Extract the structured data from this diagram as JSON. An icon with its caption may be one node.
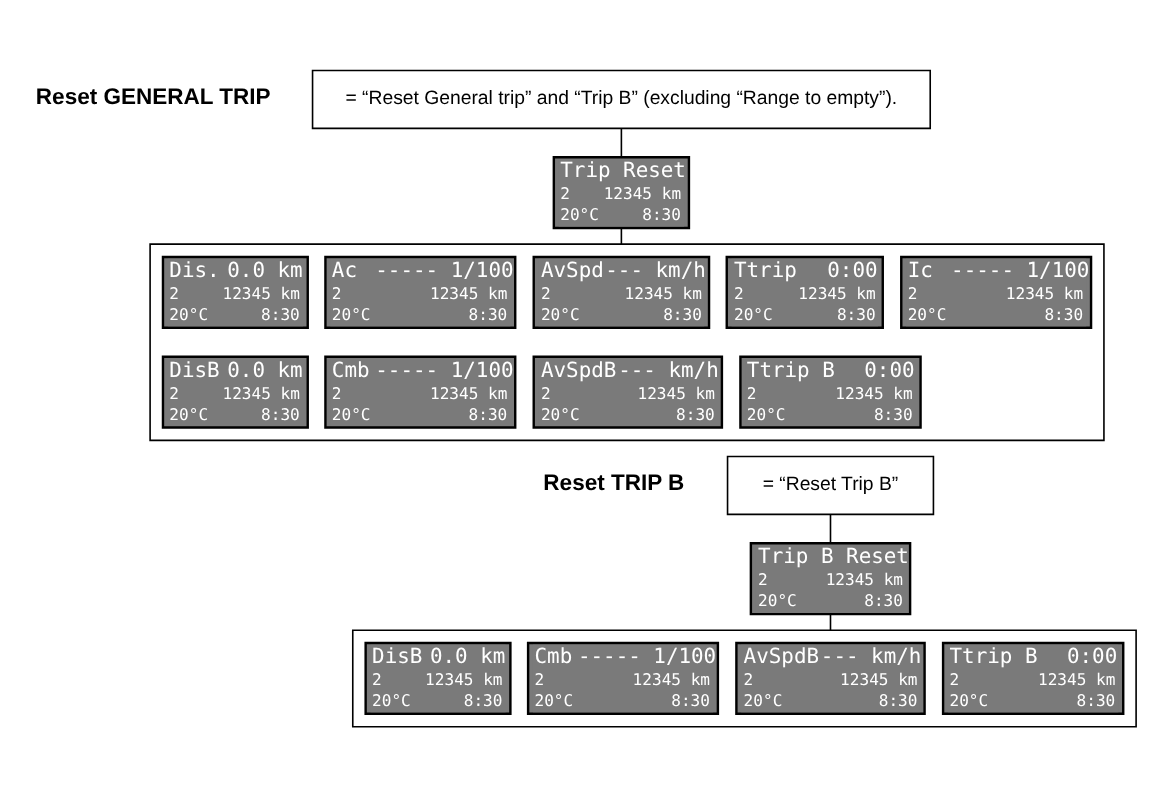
{
  "diagram": {
    "nodes": [
      {
        "text": [
          "= “Reset General trip” and “Trip B” (excluding “Range to empty”)."
        ]
      },
      {
        "text": [
          "Trip Reset",
          "2",
          "12345 km",
          "20°C",
          "8:30"
        ]
      },
      {
        "text": [],
        "shape": "box"
      },
      {
        "text": [
          "Dis.",
          "0.0 km",
          "2",
          "12345 km",
          "20°C",
          "8:30"
        ],
        "in": 2
      },
      {
        "text": [
          "Ac",
          "----- 1/100",
          "2",
          "12345 km",
          "20°C",
          "8:30"
        ],
        "in": 2
      },
      {
        "text": [
          "AvSpd",
          "--- km/h",
          "2",
          "12345 km",
          "20°C",
          "8:30"
        ],
        "in": 2
      },
      {
        "text": [
          "Ttrip",
          "0:00",
          "2",
          "12345 km",
          "20°C",
          "8:30"
        ],
        "in": 2
      },
      {
        "text": [
          "Ic",
          "----- 1/100",
          "2",
          "12345 km",
          "20°C",
          "8:30"
        ],
        "in": 2
      },
      {
        "text": [
          "DisB",
          "0.0 km",
          "2",
          "12345 km",
          "20°C",
          "8:30"
        ],
        "in": 2
      },
      {
        "text": [
          "Cmb",
          "----- 1/100",
          "2",
          "12345 km",
          "20°C",
          "8:30"
        ],
        "in": 2
      },
      {
        "text": [
          "AvSpdB",
          "--- km/h",
          "2",
          "12345 km",
          "20°C",
          "8:30"
        ],
        "in": 2
      },
      {
        "text": [
          "Ttrip B",
          "0:00",
          "2",
          "12345 km",
          "20°C",
          "8:30"
        ],
        "in": 2
      },
      {
        "text": [
          "= “Reset Trip B”"
        ]
      },
      {
        "text": [
          "Trip B Reset",
          "2",
          "12345 km",
          "20°C",
          "8:30"
        ]
      },
      {
        "text": [],
        "shape": "box"
      },
      {
        "text": [
          "DisB",
          "0.0 km",
          "2",
          "12345 km",
          "20°C",
          "8:30"
        ],
        "in": 14
      },
      {
        "text": [
          "Cmb",
          "----- 1/100",
          "2",
          "12345 km",
          "20°C",
          "8:30"
        ],
        "in": 14
      },
      {
        "text": [
          "AvSpdB",
          "--- km/h",
          "2",
          "12345 km",
          "20°C",
          "8:30"
        ],
        "in": 14
      },
      {
        "text": [
          "Ttrip B",
          "0:00",
          "2",
          "12345 km",
          "20°C",
          "8:30"
        ],
        "in": 14
      }
    ],
    "edges": [
      {
        "from": 0,
        "to": 1,
        "arrow": "none"
      },
      {
        "from": 1,
        "to": 2,
        "arrow": "none"
      },
      {
        "from": 12,
        "to": 13,
        "arrow": "none"
      },
      {
        "from": 13,
        "to": 14,
        "arrow": "none"
      }
    ],
    "labels": [
      "Reset GENERAL TRIP",
      "Reset TRIP B"
    ]
  }
}
